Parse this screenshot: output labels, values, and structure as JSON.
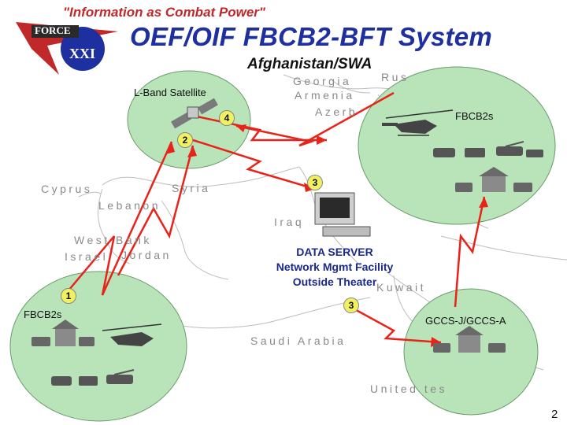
{
  "header": {
    "motto": "\"Information as Combat Power\"",
    "title": "OEF/OIF FBCB2-BFT System",
    "subtitle": "Afghanistan/SWA",
    "logo_text_top": "FORCE",
    "logo_text_bottom": "XXI"
  },
  "map_labels": {
    "georgia": "Georgia",
    "russia": "Rus",
    "armenia": "Armenia",
    "azerbaijan": "Azerb",
    "cyprus": "Cyprus",
    "syria": "Syria",
    "lebanon": "Lebanon",
    "iraq": "Iraq",
    "west_bank": "West Bank",
    "israel": "Israel",
    "jordan": "Jordan",
    "kuwait": "Kuwait",
    "saudi_arabia": "Saudi Arabia",
    "uae": "United         tes"
  },
  "nodes": {
    "satellite": "L-Band Satellite",
    "fbcb2_top": "FBCB2s",
    "fbcb2_left": "FBCB2s",
    "gccs": "GCCS-J/GCCS-A",
    "data_server": [
      "DATA SERVER",
      "Network Mgmt Facility",
      "Outside Theater"
    ]
  },
  "badges": {
    "b1": "1",
    "b2": "2",
    "b3a": "3",
    "b3b": "3",
    "b4": "4"
  },
  "page_number": "2",
  "colors": {
    "motto": "#c0282a",
    "title": "#1e2fa0",
    "ellipse_fill": "#b9e3b9",
    "link_line": "#e8231a",
    "badge": "#f0f060"
  }
}
